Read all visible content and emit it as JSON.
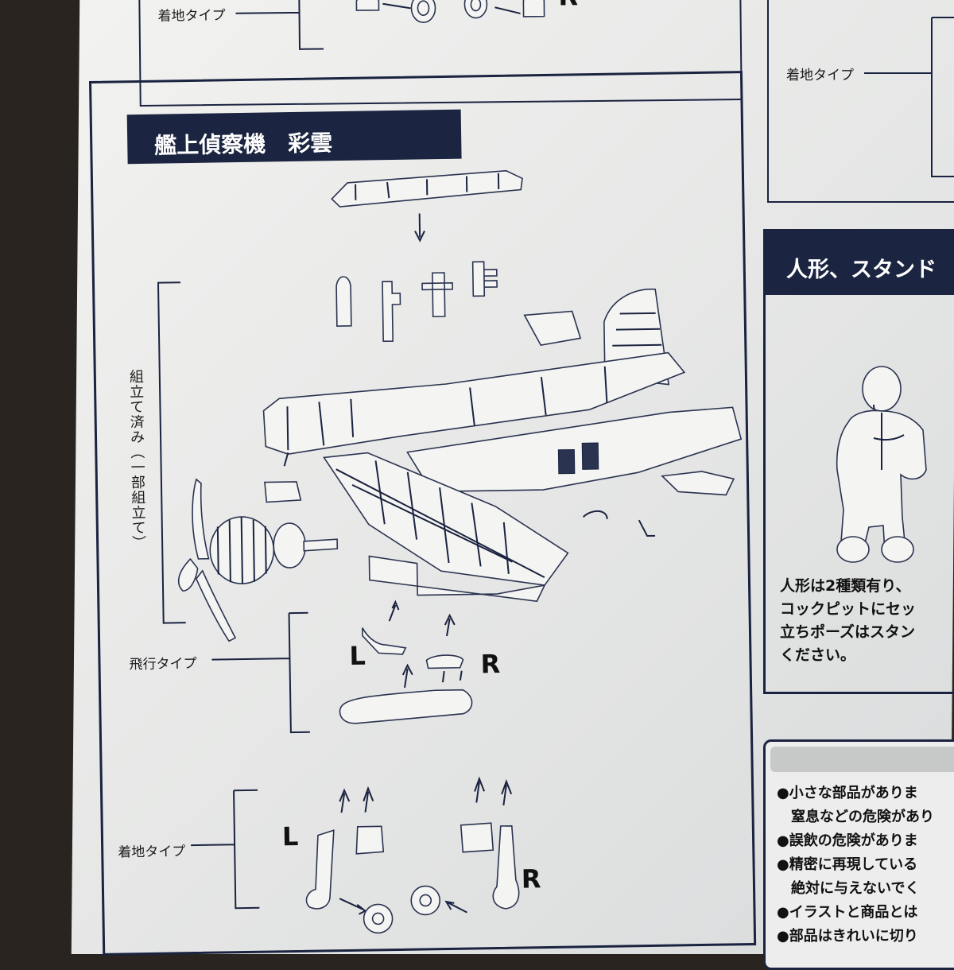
{
  "top_panel": {
    "landing_label": "着地タイプ",
    "r_label": "R"
  },
  "right_top_panel": {
    "landing_label": "着地タイプ"
  },
  "main_panel": {
    "title": "艦上偵察機　彩雲",
    "assembled_label": "組立て済み（一部組立て）",
    "flight_label": "飛行タイプ",
    "landing_label": "着地タイプ",
    "flight_l": "L",
    "flight_r": "R",
    "landing_l": "L",
    "landing_r": "R"
  },
  "figure_panel": {
    "title": "人形、スタンド",
    "lines": [
      "人形は2種類有り、",
      "コックピットにセッ",
      "立ちポーズはスタン",
      "ください。"
    ]
  },
  "caution_panel": {
    "items": [
      "●小さな部品がありま",
      "　窒息などの危険があり",
      "●誤飲の危険がありま",
      "●精密に再現している",
      "　絶対に与えないでく",
      "●イラストと商品とは",
      "●部品はきれいに切り"
    ]
  }
}
